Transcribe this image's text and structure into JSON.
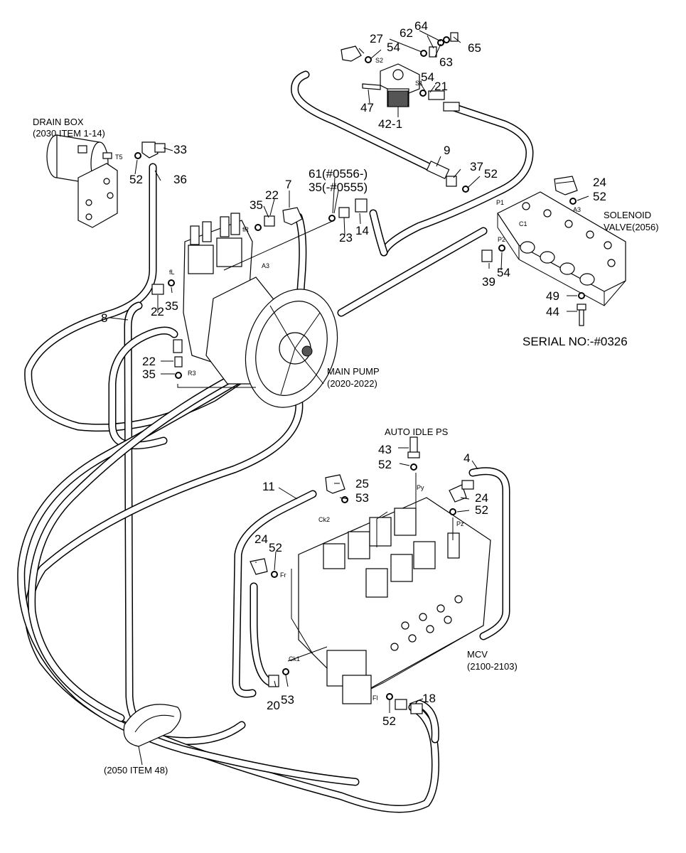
{
  "captions": {
    "drain_box": "DRAIN BOX",
    "drain_box_ref": "(2030 ITEM 1-14)",
    "solenoid_valve": "SOLENOID",
    "solenoid_valve_ref": "VALVE(2056)",
    "main_pump": "MAIN PUMP",
    "main_pump_ref": "(2020-2022)",
    "auto_idle": "AUTO IDLE PS",
    "mcv": "MCV",
    "mcv_ref": "(2100-2103)",
    "clamp_ref": "(2050 ITEM 48)",
    "serial": "SERIAL NO:-#0326"
  },
  "part_numbers": {
    "n64": "64",
    "n62": "62",
    "n63": "63",
    "n65": "65",
    "n27": "27",
    "n54a": "54",
    "n54b": "54",
    "n21": "21",
    "n47": "47",
    "n42_1": "42-1",
    "n9": "9",
    "n37": "37",
    "n52a": "52",
    "n24a": "24",
    "n52b": "52",
    "n33": "33",
    "n52c": "52",
    "n36": "36",
    "n61": "61(#0556-)",
    "n35a": "35(-#0555)",
    "n22a": "22",
    "n7": "7",
    "n35b": "35",
    "n23": "23",
    "n14": "14",
    "n39": "39",
    "n54c": "54",
    "n49": "49",
    "n44": "44",
    "n8": "8",
    "n22b": "22",
    "n35c": "35",
    "n22c": "22",
    "n35d": "35",
    "n43": "43",
    "n52d": "52",
    "n4": "4",
    "n11": "11",
    "n25": "25",
    "n53a": "53",
    "n24b": "24",
    "n52e": "52",
    "n24c": "24",
    "n52f": "52",
    "n20": "20",
    "n53b": "53",
    "n18": "18",
    "n52g": "52"
  },
  "port_labels": {
    "s2": "S2",
    "s1": "S1",
    "t5": "T5",
    "p1": "P1",
    "p2": "P2",
    "a3a": "A3",
    "c1": "C1",
    "fr_pump": "fR",
    "fl_pump": "fL",
    "a3b": "A3",
    "r3": "R3",
    "py": "Py",
    "pz": "Pz",
    "ck2": "Ck2",
    "fr_mcv": "Fr",
    "ck1": "Ck1",
    "fl_mcv": "Fl"
  }
}
